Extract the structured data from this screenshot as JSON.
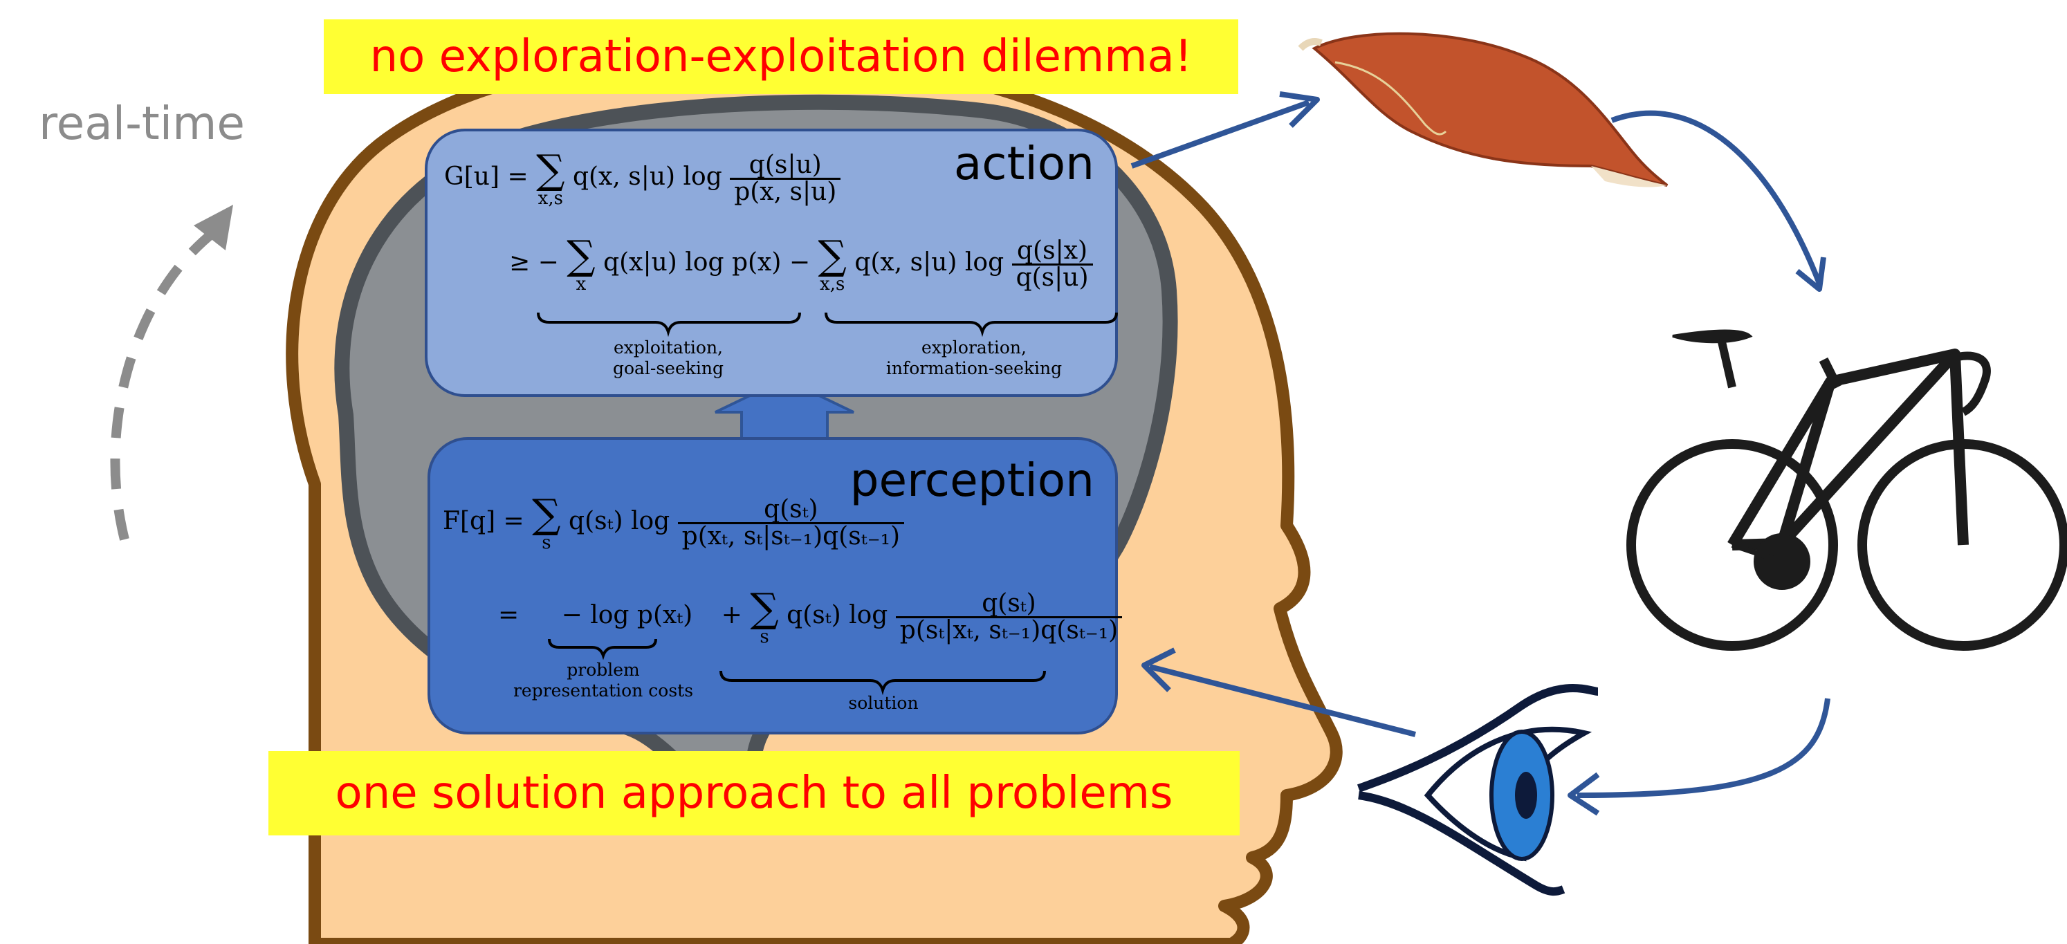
{
  "banners": {
    "top": "no exploration-exploitation dilemma!",
    "bottom": "one solution approach to all problems"
  },
  "real_time_label": "real-time",
  "action": {
    "title": "action",
    "eq_line1_lhs": "G[u] = ",
    "eq_line1_sum": "∑",
    "eq_line1_sum_sub": "x,s",
    "eq_line1_mid": "q(x, s|u) log",
    "eq_line1_num": "q(s|u)",
    "eq_line1_den": "p(x, s|u)",
    "eq_line2_prefix": "≥ −",
    "eq_line2_sum_a": "∑",
    "eq_line2_sum_a_sub": "x",
    "eq_line2_term_a": "q(x|u) log p(x) −",
    "eq_line2_sum_b": "∑",
    "eq_line2_sum_b_sub": "x,s",
    "eq_line2_term_b": "q(x, s|u) log",
    "eq_line2_num": "q(s|x)",
    "eq_line2_den": "q(s|u)",
    "brace_left_label": "exploitation,\ngoal-seeking",
    "brace_right_label": "exploration,\ninformation-seeking"
  },
  "perception": {
    "title": "perception",
    "eq_line1_lhs": "F[q] = ",
    "eq_line1_sum": "∑",
    "eq_line1_sum_sub": "s",
    "eq_line1_mid": "q(sₜ) log",
    "eq_line1_num": "q(sₜ)",
    "eq_line1_den": "p(xₜ, sₜ|sₜ₋₁)q(sₜ₋₁)",
    "eq_line2_eq": "=",
    "eq_line2_term_a": "− log p(xₜ)",
    "eq_line2_plus": "+",
    "eq_line2_sum": "∑",
    "eq_line2_sum_sub": "s",
    "eq_line2_mid": "q(sₜ) log",
    "eq_line2_num": "q(sₜ)",
    "eq_line2_den": "p(sₜ|xₜ, sₜ₋₁)q(sₜ₋₁)",
    "brace_left_label": "problem\nrepresentation costs",
    "brace_right_label": "solution"
  },
  "colors": {
    "arrow": "#2f5597",
    "head_skin": "#fdd09a",
    "head_outline": "#7a4a12",
    "brain": "#8b8f93",
    "brain_outline": "#4d5257",
    "action_box": "#8eaadb",
    "perception_box": "#4472c4",
    "banner_bg": "#ffff33",
    "banner_text": "#ff0000",
    "realtime_text": "#8c8c8c"
  },
  "icons": [
    "head-silhouette",
    "brain-icon",
    "muscle-icon",
    "bicycle-icon",
    "eye-icon"
  ]
}
